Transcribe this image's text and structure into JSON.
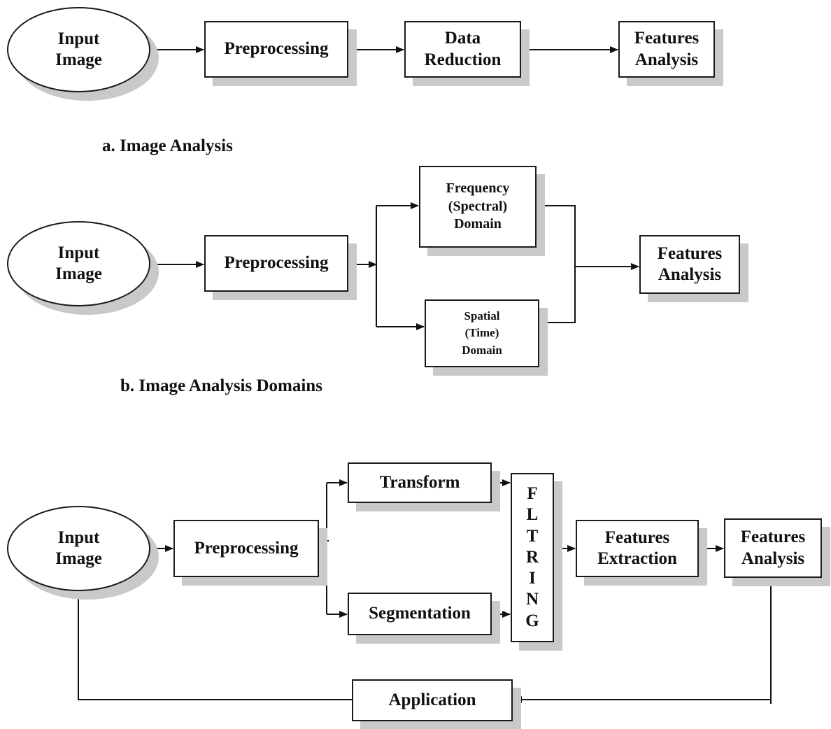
{
  "diagram_a": {
    "caption": "a. Image Analysis",
    "input": "Input\nImage",
    "preprocessing": "Preprocessing",
    "data_reduction": "Data\nReduction",
    "features_analysis": "Features\nAnalysis"
  },
  "diagram_b": {
    "caption": "b. Image Analysis Domains",
    "input": "Input\nImage",
    "preprocessing": "Preprocessing",
    "frequency": "Frequency\n(Spectral)\nDomain",
    "spatial": "Spatial\n(Time)\nDomain",
    "features_analysis": "Features\nAnalysis"
  },
  "diagram_c": {
    "input": "Input\nImage",
    "preprocessing": "Preprocessing",
    "transform": "Transform",
    "segmentation": "Segmentation",
    "filtering": "F\nL\nT\nR\nI\nN\nG",
    "features_extraction": "Features\nExtraction",
    "features_analysis": "Features\nAnalysis",
    "application": "Application"
  }
}
